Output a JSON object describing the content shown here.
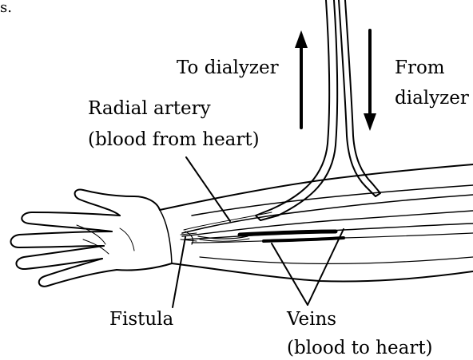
{
  "labels": {
    "corner_fragment": "s.",
    "to_dialyzer": "To dialyzer",
    "from_dialyzer_line1": "From",
    "from_dialyzer_line2": "dialyzer",
    "radial_artery_line1": "Radial artery",
    "radial_artery_line2": "(blood from heart)",
    "fistula": "Fistula",
    "veins_line1": "Veins",
    "veins_line2": "(blood to heart)"
  },
  "colors": {
    "ink": "#000000",
    "background": "#ffffff"
  }
}
